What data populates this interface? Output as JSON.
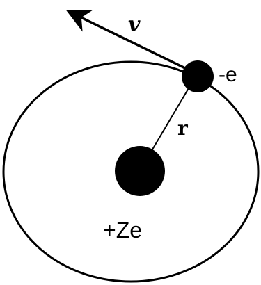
{
  "labels": {
    "velocity": "v",
    "electron_charge": "-e",
    "radius": "r",
    "nucleus_charge": "+Ze"
  },
  "colors": {
    "ink": "#000000",
    "background": "#ffffff"
  }
}
